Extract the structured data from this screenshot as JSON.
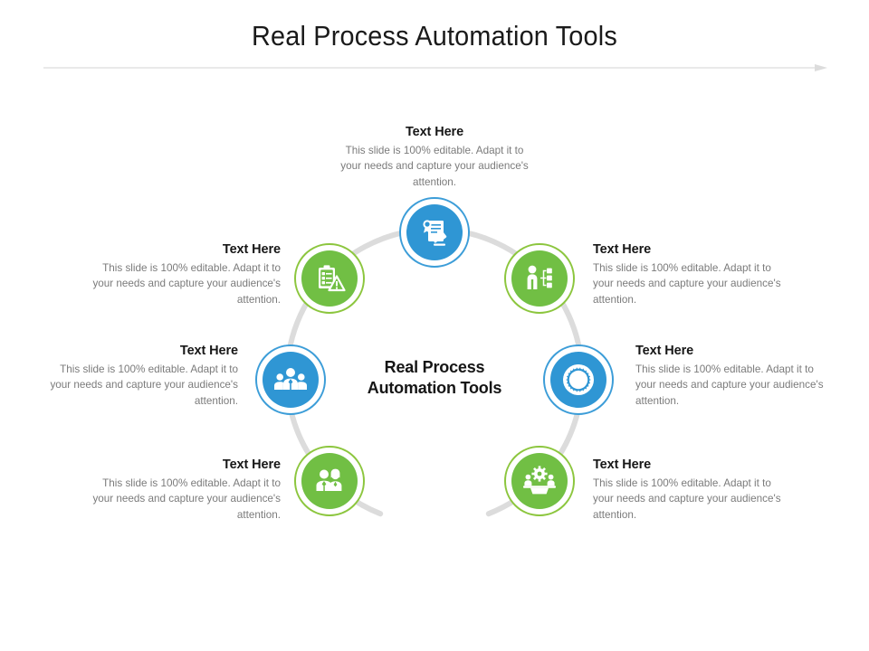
{
  "slide": {
    "title": "Real Process Automation Tools",
    "center_line1": "Real Process",
    "center_line2": "Automation Tools",
    "accent_blue": "#2f96d4",
    "accent_blue_ring": "#3c9dd8",
    "accent_green": "#71bf44",
    "accent_green_ring": "#8cc63e",
    "ring_color": "#dcdcdc",
    "rule_color": "#d9d9d9",
    "title_color": "#1a1a1a",
    "body_color": "#7b7b7b"
  },
  "nodes": [
    {
      "id": "top",
      "icon": "certificate-gavel-icon",
      "color": "blue",
      "title": "Text Here",
      "body": "This slide is 100% editable. Adapt it to your needs and capture your audience's attention."
    },
    {
      "id": "upper-left",
      "icon": "checklist-warning-icon",
      "color": "green",
      "title": "Text Here",
      "body": "This slide is 100% editable. Adapt it to your needs and capture your audience's attention."
    },
    {
      "id": "upper-right",
      "icon": "org-chart-person-icon",
      "color": "green",
      "title": "Text Here",
      "body": "This slide is 100% editable. Adapt it to your needs and capture your audience's attention."
    },
    {
      "id": "left",
      "icon": "team-group-icon",
      "color": "blue",
      "title": "Text Here",
      "body": "This slide is 100% editable. Adapt it to your needs and capture your audience's attention."
    },
    {
      "id": "right",
      "icon": "gear-cog-icon",
      "color": "blue",
      "title": "Text Here",
      "body": "This slide is 100% editable. Adapt it to your needs and capture your audience's attention."
    },
    {
      "id": "lower-left",
      "icon": "two-business-people-icon",
      "color": "green",
      "title": "Text Here",
      "body": "This slide is 100% editable. Adapt it to your needs and capture your audience's attention."
    },
    {
      "id": "lower-right",
      "icon": "meeting-table-gear-icon",
      "color": "green",
      "title": "Text Here",
      "body": "This slide is 100% editable. Adapt it to your needs and capture your audience's attention."
    }
  ]
}
